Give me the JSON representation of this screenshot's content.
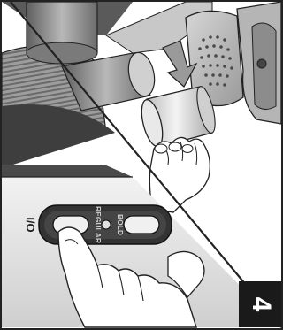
{
  "figure": {
    "switch_power_label": "I/O",
    "switch_regular_label": "REGULAR",
    "switch_bold_label": "BOLD",
    "step_number": "4"
  },
  "colors": {
    "background": "#ffffff",
    "line": "#222222",
    "machine_gray": "#8a8a8a",
    "panel_dark": "#3a3a3a",
    "step_badge": "#1a1a1a"
  },
  "icons": [
    "down-arrow-icon",
    "hand-holding-cup-icon",
    "hand-pressing-button-icon"
  ]
}
